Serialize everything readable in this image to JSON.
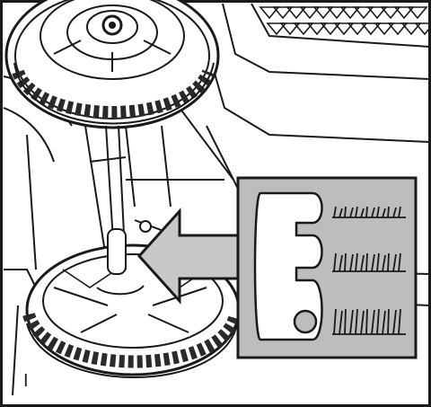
{
  "figure": {
    "label": "I"
  },
  "colors": {
    "ink": "#1a1a1a",
    "panel_gray": "#bdbdbd",
    "arrow_gray": "#c8c8c8",
    "background": "#ffffff",
    "tread": "#2a2a2a"
  },
  "callout": {
    "heights": [
      "high",
      "medium",
      "low"
    ],
    "lever_position": "low"
  },
  "icons": [
    "mower-wheel-icon",
    "height-adjust-lever-icon",
    "direction-arrow-icon",
    "grass-height-icon"
  ]
}
